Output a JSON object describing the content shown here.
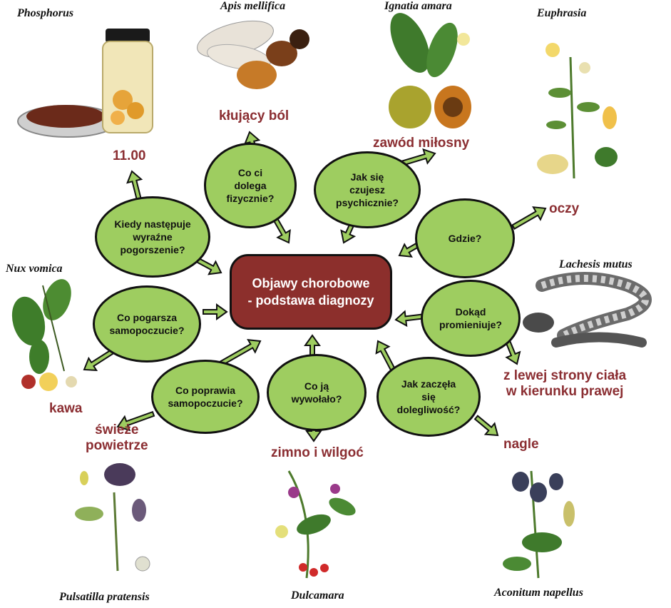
{
  "center": {
    "text": "Objawy chorobowe\n- podstawa diagnozy"
  },
  "questions": [
    {
      "id": "when",
      "text": "Kiedy następuje\nwyraźne\npogorszenie?"
    },
    {
      "id": "physical",
      "text": "Co ci\ndolega\nfizycznie?"
    },
    {
      "id": "psychic",
      "text": "Jak się\nczujesz\npsychicznie?"
    },
    {
      "id": "where",
      "text": "Gdzie?"
    },
    {
      "id": "radiates",
      "text": "Dokąd\npromieniuje?"
    },
    {
      "id": "onset",
      "text": "Jak zaczęła\nsię\ndolegliwość?"
    },
    {
      "id": "cause",
      "text": "Co ją\nwywołało?"
    },
    {
      "id": "better",
      "text": "Co poprawia\nsamopoczucie?"
    },
    {
      "id": "worse",
      "text": "Co pogarsza\nsamopoczucie?"
    }
  ],
  "answers": {
    "time": "11.00",
    "pain": "kłujący ból",
    "love": "zawód miłosny",
    "eyes": "oczy",
    "side": "z lewej strony ciała\nw kierunku prawej",
    "sudden": "nagle",
    "cold": "zimno i wilgoć",
    "air": "świeże\npowietrze",
    "coffee": "kawa"
  },
  "species": {
    "phosphorus": "Phosphorus",
    "apis": "Apis mellifica",
    "ignatia": "Ignatia amara",
    "euphrasia": "Euphrasia",
    "nux": "Nux vomica",
    "lachesis": "Lachesis mutus",
    "pulsatilla": "Pulsatilla pratensis",
    "dulcamara": "Dulcamara",
    "aconitum": "Aconitum napellus"
  },
  "colors": {
    "bubble": "#9ecd60",
    "center": "#8c2f2c",
    "answer": "#8b2e32",
    "arrow": "#9ecd60"
  }
}
